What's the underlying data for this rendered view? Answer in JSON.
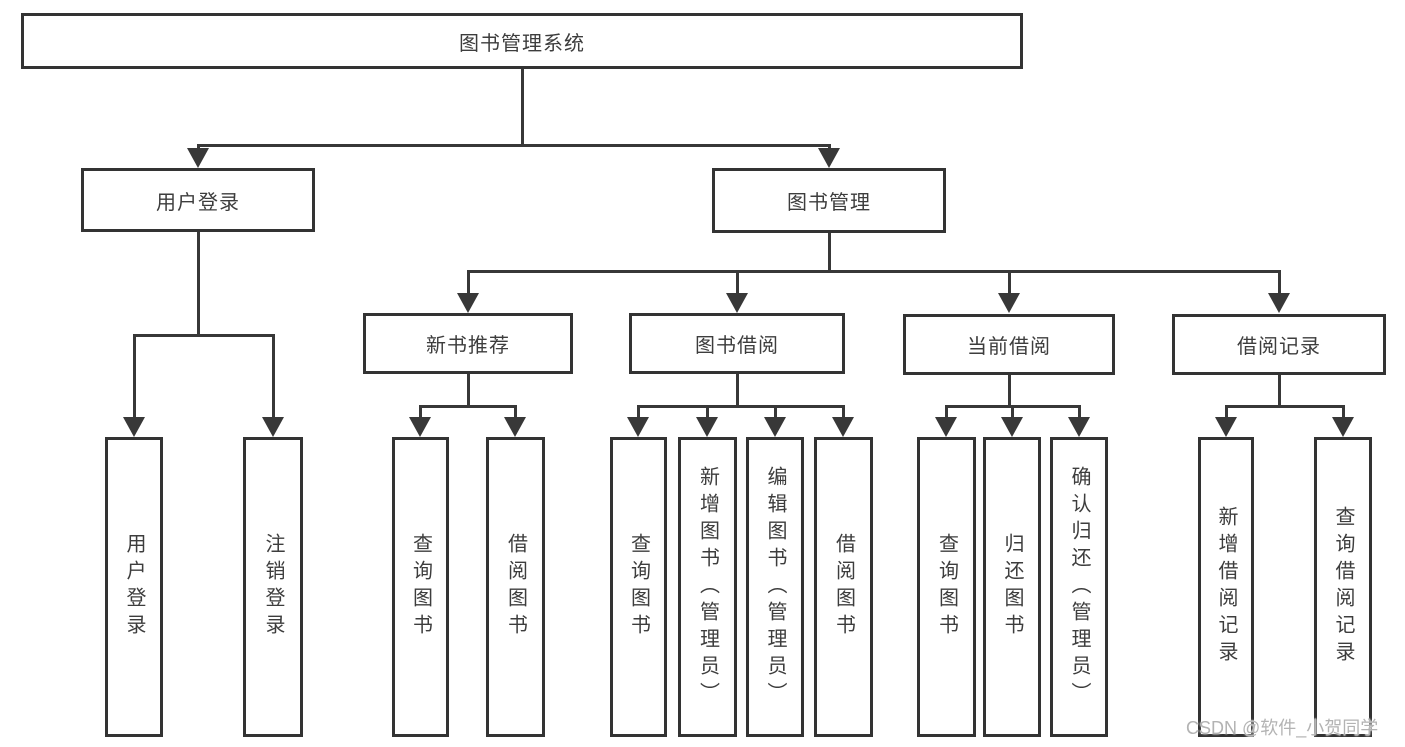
{
  "diagram": {
    "title": "图书管理系统",
    "root": {
      "label": "图书管理系统"
    },
    "level2": [
      {
        "label": "用户登录"
      },
      {
        "label": "图书管理"
      }
    ],
    "level3": [
      {
        "label": "新书推荐"
      },
      {
        "label": "图书借阅"
      },
      {
        "label": "当前借阅"
      },
      {
        "label": "借阅记录"
      }
    ],
    "leaves": [
      {
        "label": "用户登录",
        "parent": "用户登录"
      },
      {
        "label": "注销登录",
        "parent": "用户登录"
      },
      {
        "label": "查询图书",
        "parent": "新书推荐"
      },
      {
        "label": "借阅图书",
        "parent": "新书推荐"
      },
      {
        "label": "查询图书",
        "parent": "图书借阅"
      },
      {
        "label": "新增图书（管理员）",
        "parent": "图书借阅"
      },
      {
        "label": "编辑图书（管理员）",
        "parent": "图书借阅"
      },
      {
        "label": "借阅图书",
        "parent": "图书借阅"
      },
      {
        "label": "查询图书",
        "parent": "当前借阅"
      },
      {
        "label": "归还图书",
        "parent": "当前借阅"
      },
      {
        "label": "确认归还（管理员）",
        "parent": "当前借阅"
      },
      {
        "label": "新增借阅记录",
        "parent": "借阅记录"
      },
      {
        "label": "查询借阅记录",
        "parent": "借阅记录"
      }
    ],
    "watermark": "CSDN @软件_小贺同学",
    "colors": {
      "line": "#383838",
      "border": "#333333",
      "text": "#3d3d3d",
      "watermark": "#b3b3b3",
      "background": "#ffffff"
    }
  }
}
